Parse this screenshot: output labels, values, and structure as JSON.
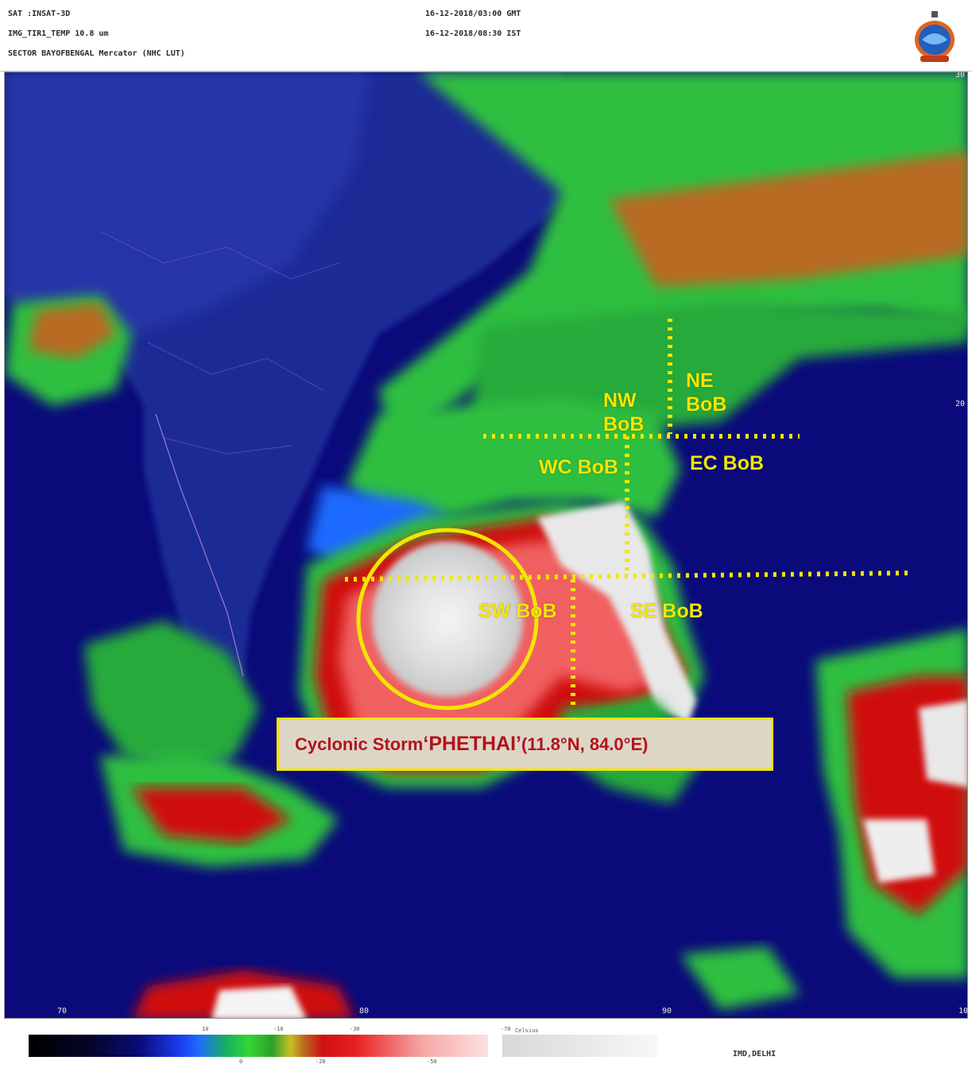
{
  "header": {
    "satellite": "SAT :INSAT-3D",
    "product": "IMG_TIR1_TEMP 10.8 um",
    "sector": "SECTOR BAYOFBENGAL Mercator (NHC LUT)",
    "time_gmt": "16-12-2018/03:00 GMT",
    "time_ist": "16-12-2018/08:30 IST"
  },
  "regions": {
    "ne_line1": "NE",
    "ne_line2": "BoB",
    "nw_line1": "NW",
    "nw_line2": "BoB",
    "wc": "WC BoB",
    "ec": "EC BoB",
    "sw": "SW BoB",
    "se": "SE BoB"
  },
  "callout": {
    "prefix": "Cyclonic Storm ",
    "name": "‘PHETHAI’",
    "suffix": " (11.8°N, 84.0°E)"
  },
  "axis": {
    "lon_70": "70",
    "lon_80": "80",
    "lon_90": "90",
    "lon_100": "10",
    "lat_20": "20",
    "lat_30": "30"
  },
  "colorbar": {
    "top_1": "10",
    "top_2": "-10",
    "top_3": "-30",
    "top_4": "-70",
    "unit": "Celsius",
    "bottom_1": "0",
    "bottom_2": "-20",
    "bottom_3": "-50"
  },
  "footer": {
    "credit": "IMD,DELHI"
  },
  "colors": {
    "overlay_yellow": "#f2e600",
    "callout_text": "#b3131b",
    "callout_bg": "#ddd6c7",
    "ocean_blue": "#0a0a7a",
    "land_blue": "#1f2a96",
    "cloud_green": "#2fbf40",
    "cloud_red": "#e02a2a"
  }
}
